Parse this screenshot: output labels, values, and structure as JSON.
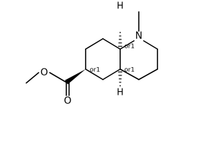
{
  "molecule": {
    "atoms": {
      "nitrogen": "N",
      "carbonyl_oxygen": "O",
      "ester_oxygen": "O"
    },
    "hydrogens": {
      "top": "H",
      "bottom": "H"
    },
    "stereo_labels": {
      "c8a": "or1",
      "c4a": "or1",
      "c6": "or1"
    }
  },
  "colors": {
    "bonds": "#000000",
    "background": "#ffffff"
  }
}
